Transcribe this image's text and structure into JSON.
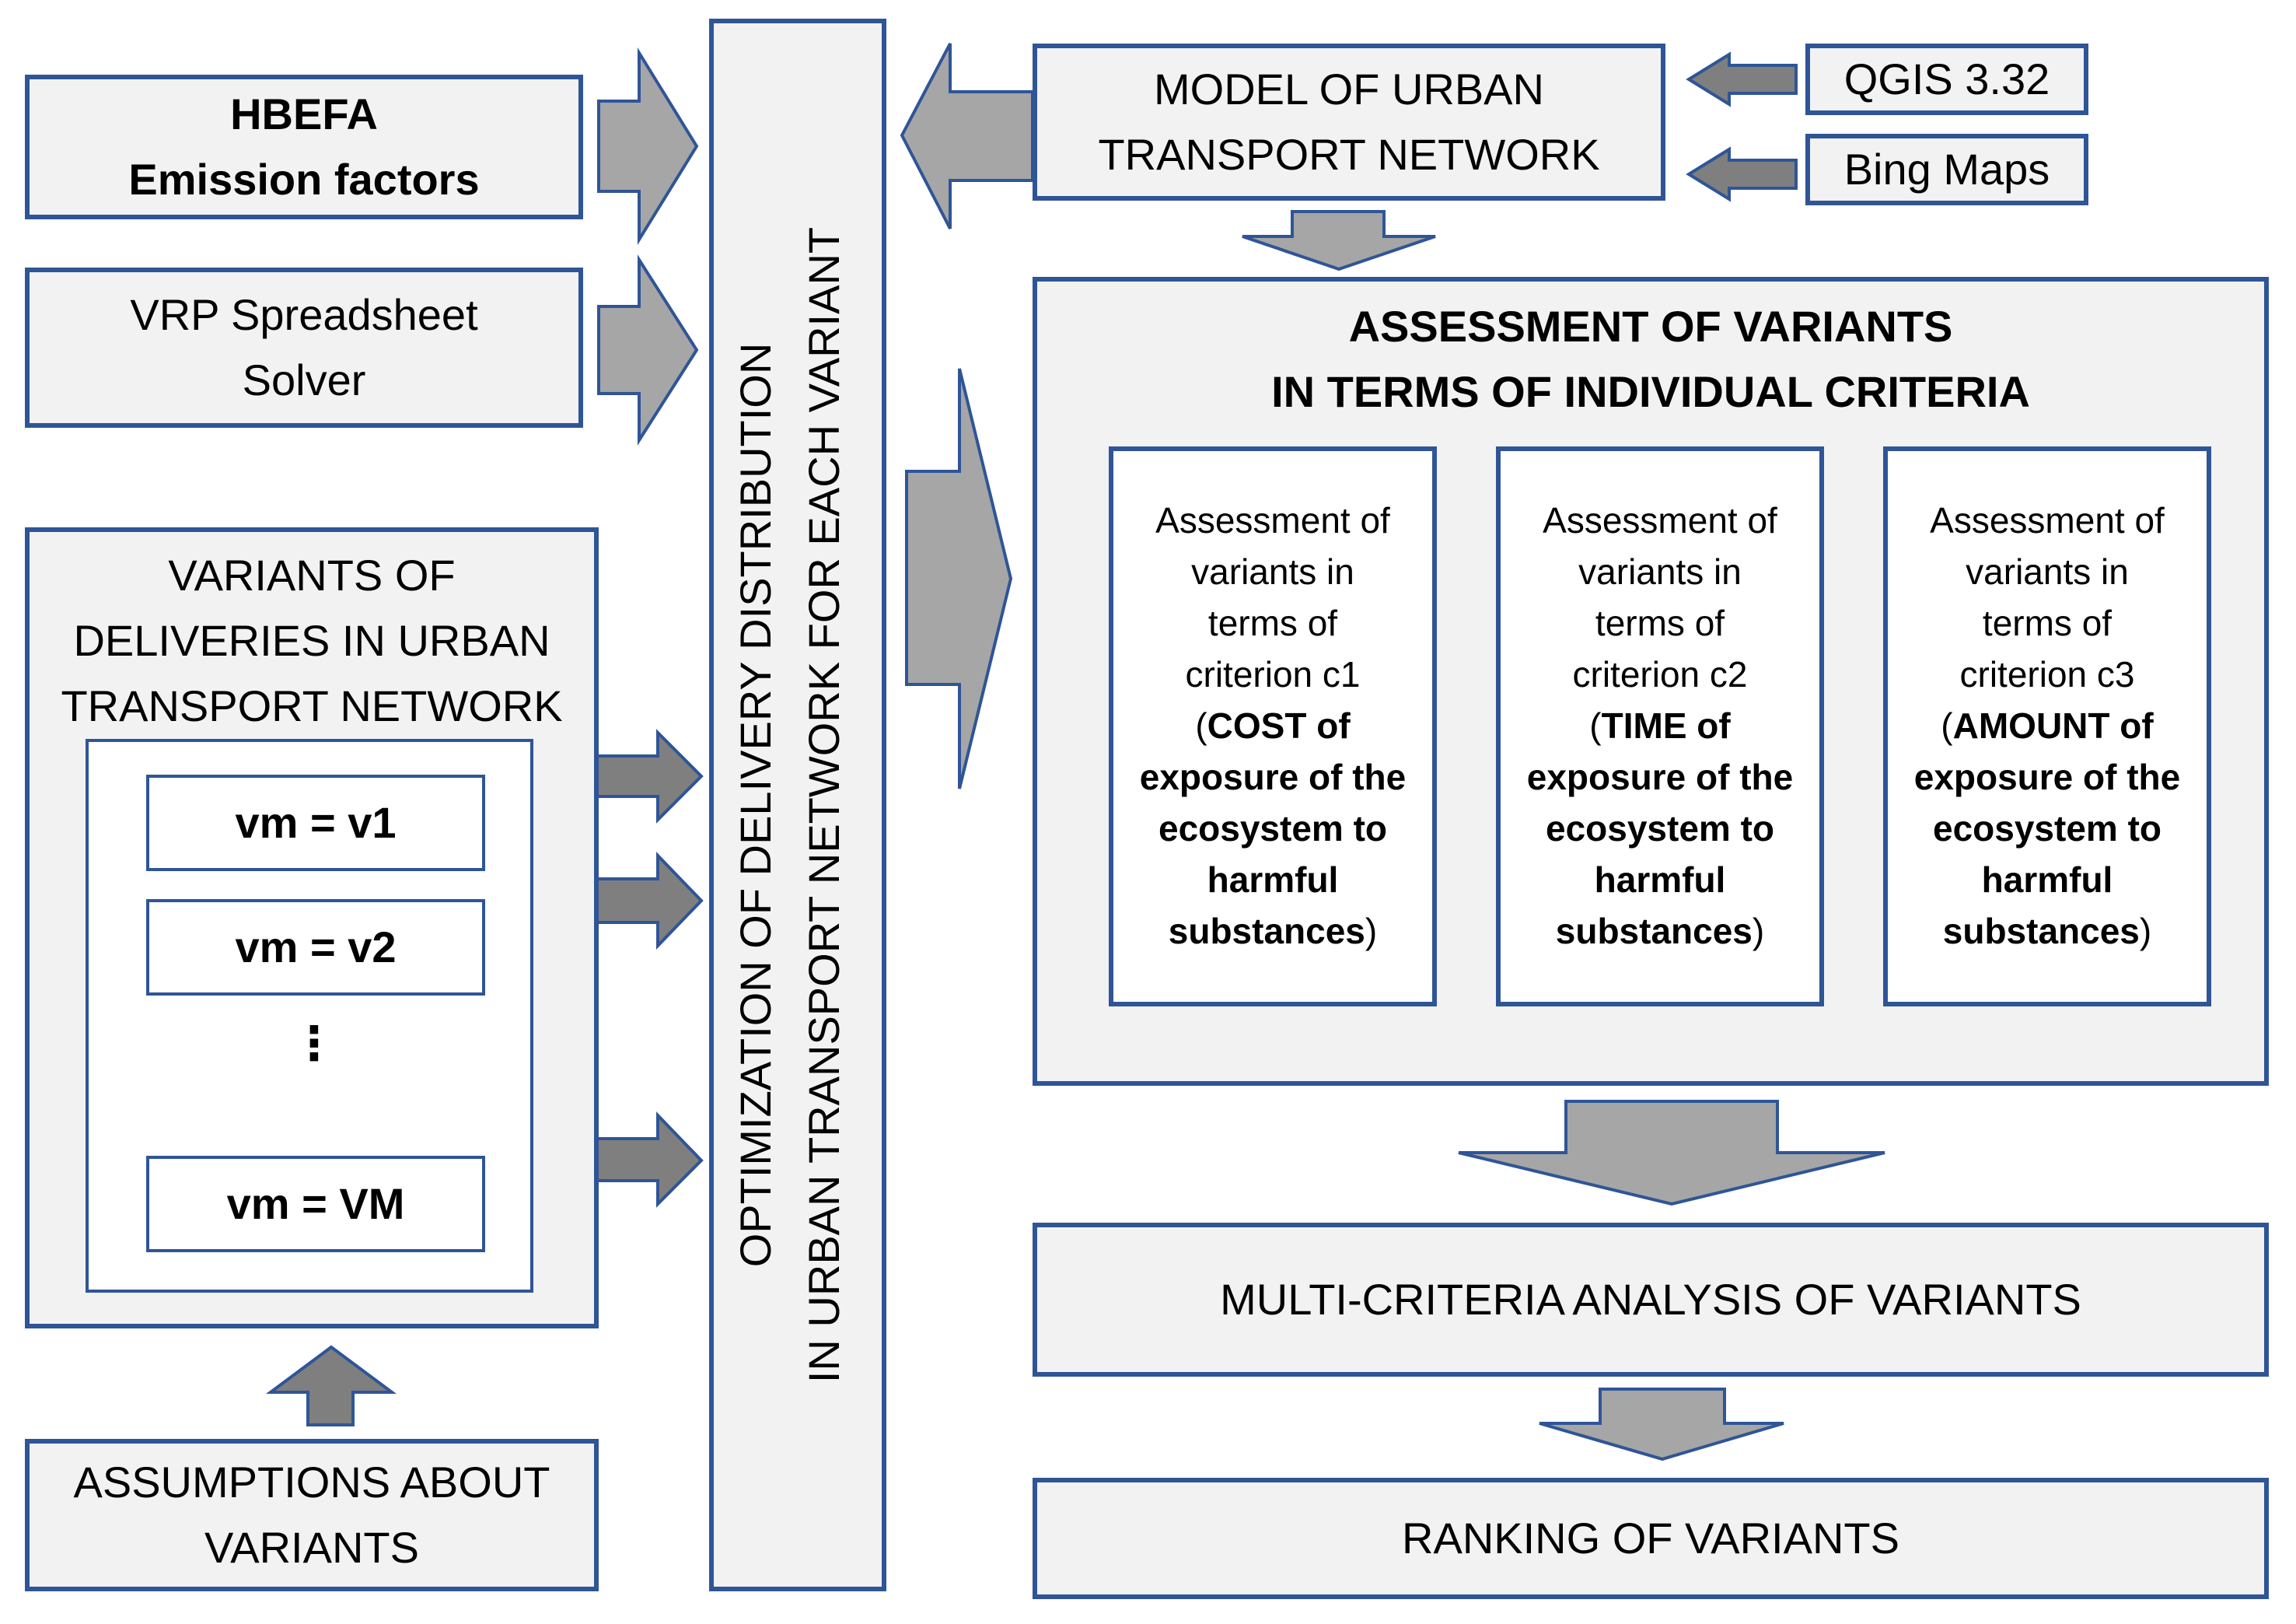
{
  "colors": {
    "border": "#2f5597",
    "box_fill": "#f2f2f2",
    "arrow_light": "#a6a6a6",
    "arrow_dark": "#7f7f7f"
  },
  "hbefa": {
    "line1": "HBEFA",
    "line2": "Emission factors"
  },
  "vrp": {
    "line1": "VRP Spreadsheet",
    "line2": "Solver"
  },
  "variants": {
    "title1": "VARIANTS OF",
    "title2": "DELIVERIES IN URBAN",
    "title3": "TRANSPORT NETWORK",
    "items": [
      "vm = v1",
      "vm = v2",
      "vm = VM"
    ],
    "ellipsis": "⋮"
  },
  "assumptions": {
    "line1": "ASSUMPTIONS ABOUT",
    "line2": "VARIANTS"
  },
  "optimization": {
    "line1": "OPTIMIZATION OF DELIVERY DISTRIBUTION",
    "line2": "IN URBAN TRANSPORT NETWORK FOR EACH VARIANT"
  },
  "model": {
    "line1": "MODEL OF URBAN",
    "line2": "TRANSPORT NETWORK"
  },
  "sources": [
    "QGIS 3.32",
    "Bing Maps"
  ],
  "assessment": {
    "title1": "ASSESSMENT OF VARIANTS",
    "title2": "IN TERMS OF INDIVIDUAL CRITERIA",
    "criteria": [
      {
        "l1": "Assessment of",
        "l2": "variants in",
        "l3": "terms of",
        "l4": "criterion c1",
        "open": "(",
        "key": "COST of",
        "l6": "exposure of the",
        "l7": "ecosystem to",
        "l8": "harmful",
        "l9": "substances",
        "close": ")"
      },
      {
        "l1": "Assessment of",
        "l2": "variants in",
        "l3": "terms of",
        "l4": "criterion c2",
        "open": "(",
        "key": "TIME of",
        "l6": "exposure of the",
        "l7": "ecosystem to",
        "l8": "harmful",
        "l9": "substances",
        "close": ")"
      },
      {
        "l1": "Assessment of",
        "l2": "variants in",
        "l3": "terms of",
        "l4": "criterion c3",
        "open": "(",
        "key": "AMOUNT of",
        "l6": "exposure of the",
        "l7": "ecosystem to",
        "l8": "harmful",
        "l9": "substances",
        "close": ")"
      }
    ]
  },
  "mca": {
    "label": "MULTI-CRITERIA ANALYSIS OF VARIANTS"
  },
  "ranking": {
    "label": "RANKING OF VARIANTS"
  }
}
